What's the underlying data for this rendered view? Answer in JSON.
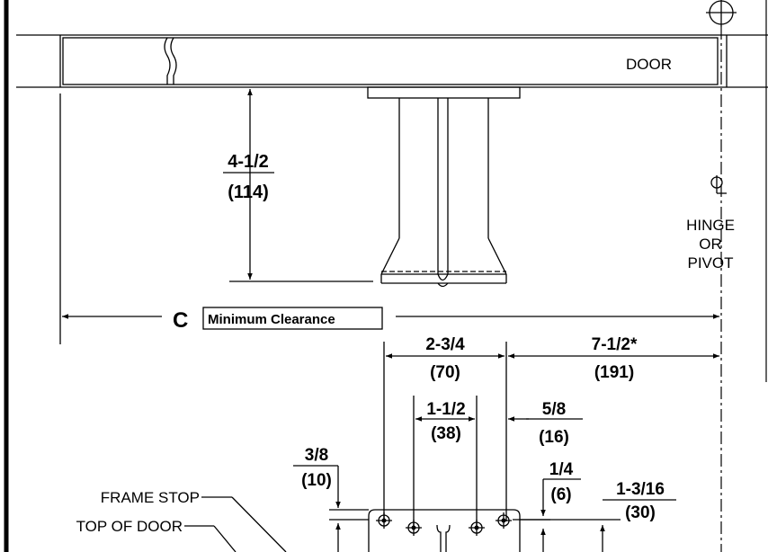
{
  "labels": {
    "door": "DOOR",
    "hinge_line1": "HINGE",
    "hinge_line2": "OR",
    "hinge_line3": "PIVOT",
    "clearance_letter": "C",
    "clearance_box": "Minimum Clearance",
    "frame_stop": "FRAME STOP",
    "top_of_door": "TOP OF DOOR"
  },
  "dimensions": {
    "arm_height": {
      "imperial": "4-1/2",
      "metric": "(114)"
    },
    "plate_width": {
      "imperial": "2-3/4",
      "metric": "(70)"
    },
    "to_hinge": {
      "imperial": "7-1/2*",
      "metric": "(191)"
    },
    "hole_spacing": {
      "imperial": "1-1/2",
      "metric": "(38)"
    },
    "edge_offset": {
      "imperial": "5/8",
      "metric": "(16)"
    },
    "stop_offset": {
      "imperial": "3/8",
      "metric": "(10)"
    },
    "hole_offset": {
      "imperial": "1/4",
      "metric": "(6)"
    },
    "plate_depth": {
      "imperial": "1-3/16",
      "metric": "(30)"
    }
  }
}
